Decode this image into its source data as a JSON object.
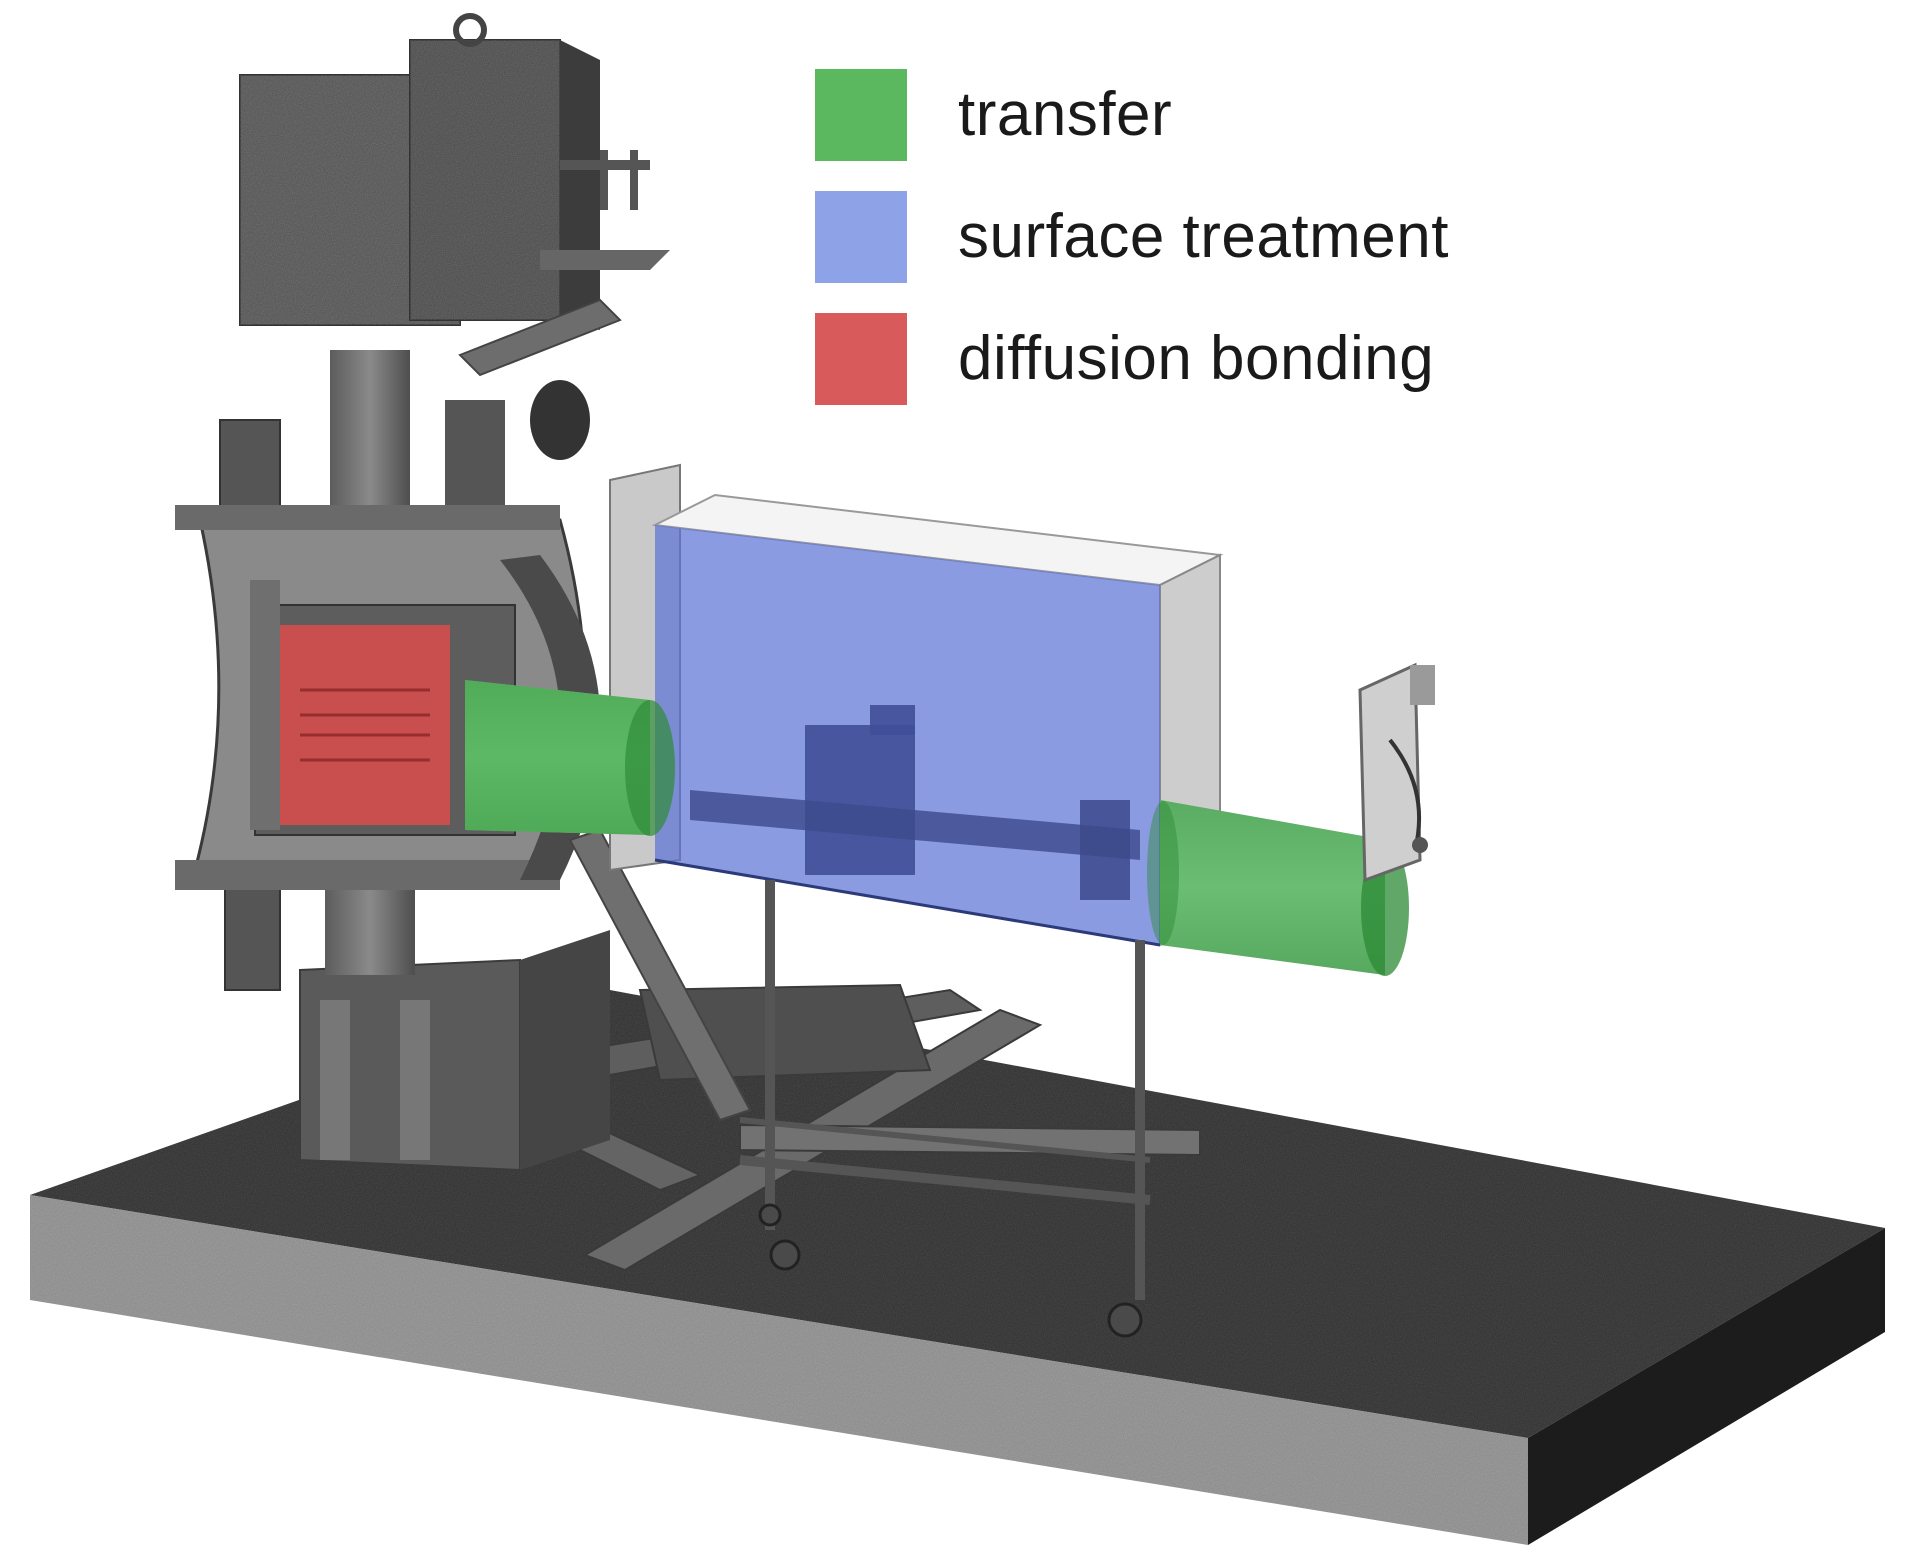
{
  "legend": {
    "items": [
      {
        "label": "transfer",
        "color": "#5cb85f"
      },
      {
        "label": "surface treatment",
        "color": "#8ea2e8"
      },
      {
        "label": "diffusion bonding",
        "color": "#d85a5a"
      }
    ]
  },
  "regions": {
    "transfer": "#3cae47",
    "surface_treatment": "#5d75d6",
    "diffusion_bonding": "#e04a4a"
  },
  "colors": {
    "machine_gray": "#6b6b6b",
    "machine_light": "#bdbdbd",
    "base_dark": "#2a2a2a",
    "base_light": "#8f8f8f"
  }
}
